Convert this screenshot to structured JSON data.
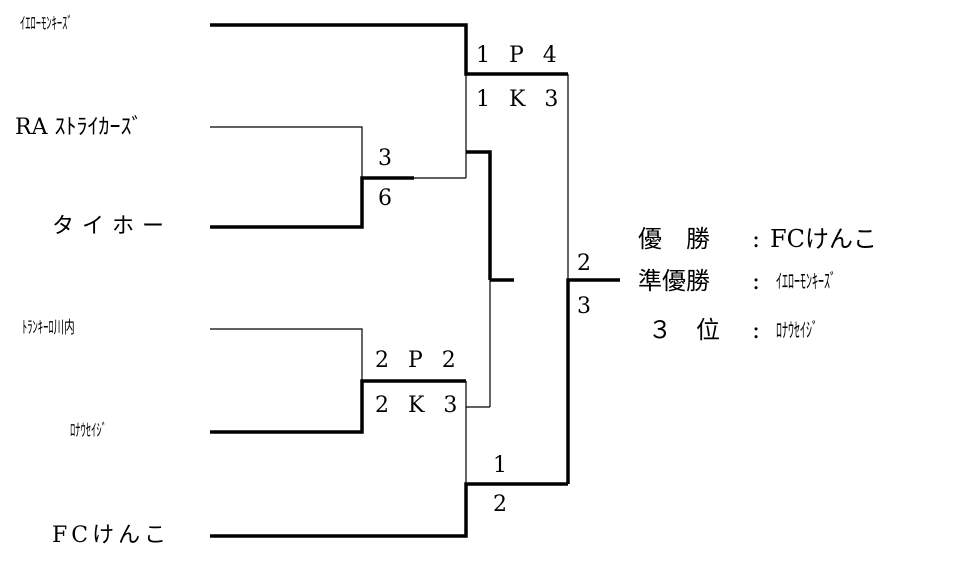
{
  "teams": {
    "t1": "ｲｴﾛｰﾓﾝｷｰｽﾞ",
    "t2": "RA ｽﾄﾗｲｶｰｽﾞ",
    "t3": "タイホー",
    "t4": "ﾄﾗﾝｷｰﾛ川内",
    "t5": "ﾛﾅｳｾｲｼﾞ",
    "t6": "FCけんこ"
  },
  "scores": {
    "qf1_top": "3",
    "qf1_bottom": "6",
    "qf2_top": "2 P 2",
    "qf2_bottom": "2 K 3",
    "sf1_top": "1 P 4",
    "sf1_bottom": "1 K 3",
    "sf2_top": "1",
    "sf2_bottom": "2",
    "final_top": "2",
    "final_bottom": "3"
  },
  "results": {
    "champion_label": "優　勝",
    "champion_sep": ":",
    "champion_team": "FCけんこ",
    "runnerup_label": "準優勝",
    "runnerup_sep": ":",
    "runnerup_team": "ｲｴﾛｰﾓﾝｷｰｽﾞ",
    "third_label": "３　位",
    "third_sep": ":",
    "third_team": "ﾛﾅｳｾｲｼﾞ"
  }
}
